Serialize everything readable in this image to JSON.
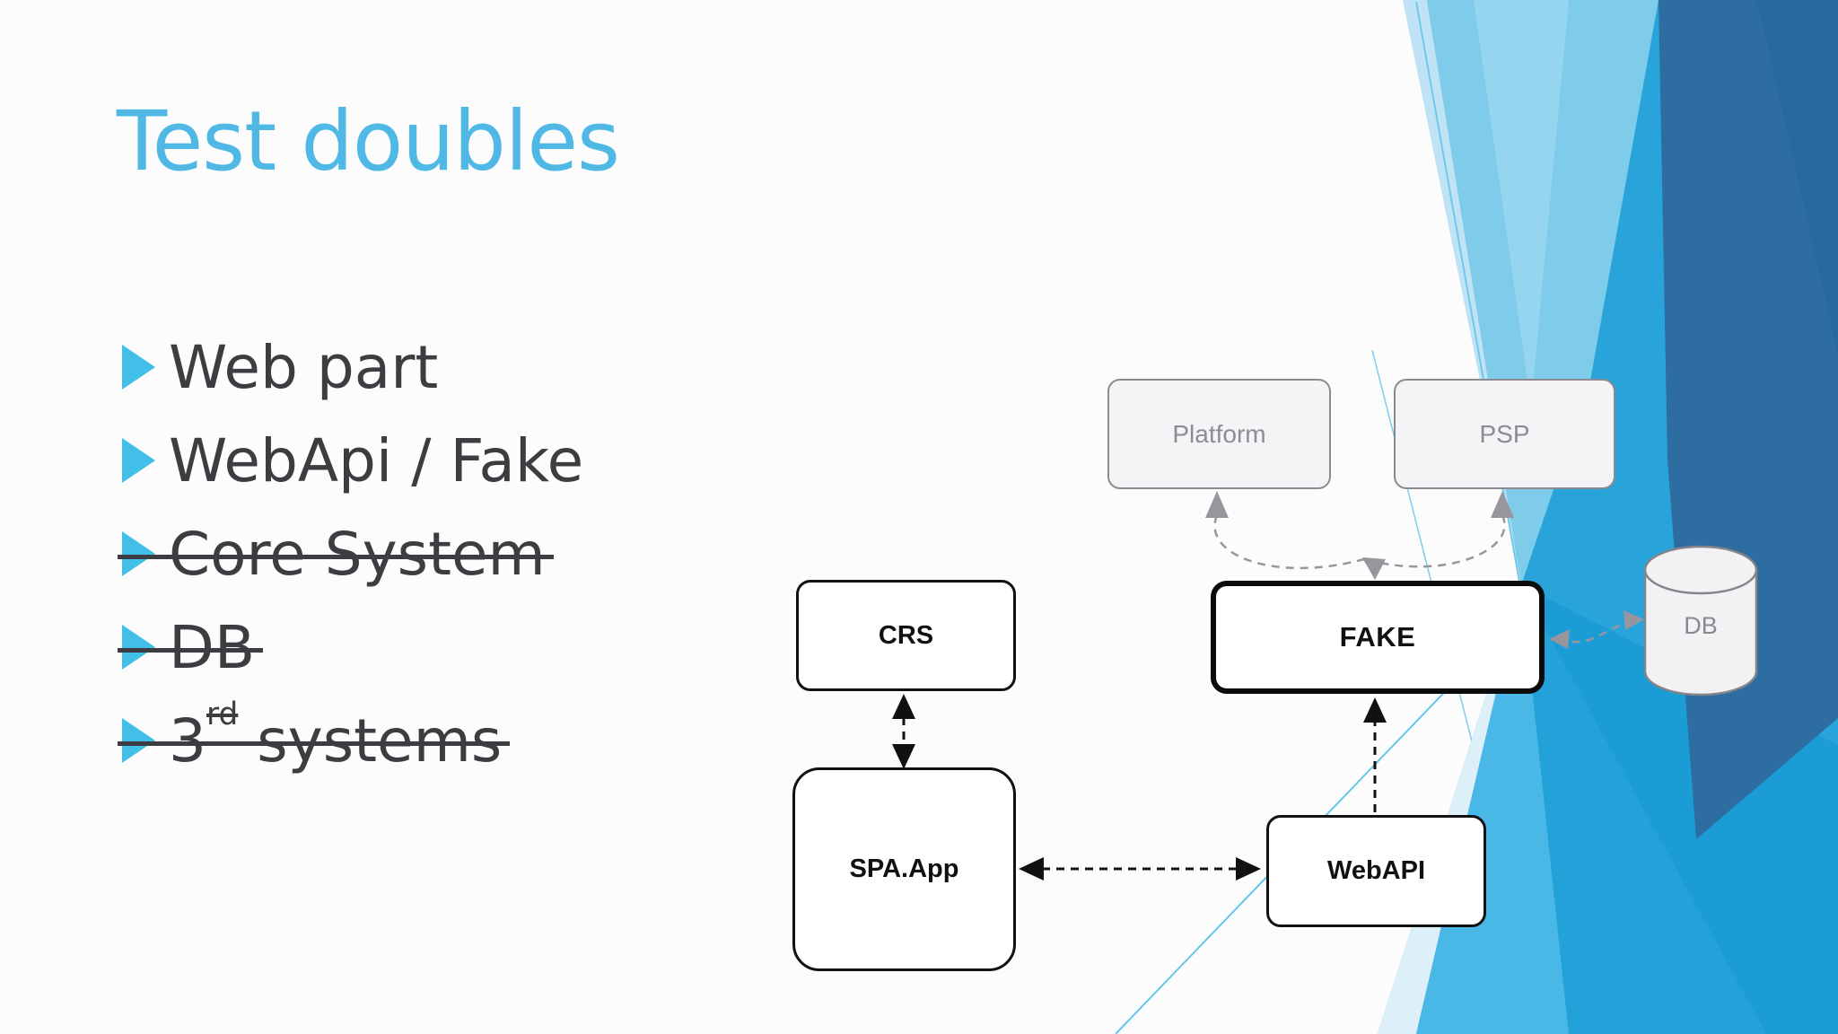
{
  "slide": {
    "title": "Test doubles"
  },
  "bullets": [
    {
      "label": "Web part",
      "struck": false
    },
    {
      "label": "WebApi / Fake",
      "struck": false
    },
    {
      "label": "Core System",
      "struck": true
    },
    {
      "label": "DB",
      "struck": true
    },
    {
      "label": "3rd systems",
      "struck": true,
      "pre": "3",
      "sup": "rd",
      "post": " systems"
    }
  ],
  "diagram": {
    "nodes": {
      "platform": {
        "label": "Platform"
      },
      "psp": {
        "label": "PSP"
      },
      "crs": {
        "label": "CRS"
      },
      "fake": {
        "label": "FAKE"
      },
      "db": {
        "label": "DB"
      },
      "spa_app": {
        "label": "SPA.App"
      },
      "webapi": {
        "label": "WebAPI"
      }
    },
    "connections": [
      {
        "from": "FAKE",
        "to": "Platform",
        "style": "dashed-gray-arrow"
      },
      {
        "from": "FAKE",
        "to": "PSP",
        "style": "dashed-gray-arrow"
      },
      {
        "from": "FAKE",
        "to": "DB",
        "style": "dashed-gray-bidirectional"
      },
      {
        "from": "CRS",
        "to": "SPA.App",
        "style": "dashed-black-bidirectional"
      },
      {
        "from": "SPA.App",
        "to": "WebAPI",
        "style": "dashed-black-bidirectional"
      },
      {
        "from": "WebAPI",
        "to": "FAKE",
        "style": "dashed-black-arrow"
      }
    ]
  },
  "colors": {
    "title": "#4FB8E5",
    "bullet_marker": "#41BFE9",
    "body_text": "#3E3B41",
    "gray_node_fill": "#F4F3F5",
    "gray_node_border": "#8B8A90",
    "gray_node_text": "#8D8C93",
    "gray_connector": "#97969C",
    "black_connector": "#111111",
    "decor_pale": "#DDF0F9",
    "decor_light": "#7ECCEA",
    "decor_medium": "#29A4DB",
    "decor_deep": "#1C9CD5",
    "decor_navy": "#2D6DA1"
  }
}
